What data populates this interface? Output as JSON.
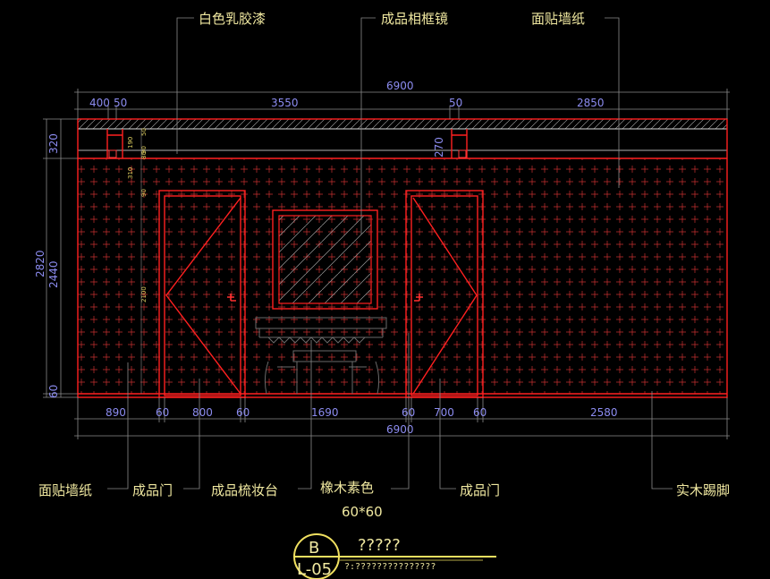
{
  "labels": {
    "top_paint": "白色乳胶漆",
    "top_mirror": "成品相框镜",
    "top_wallpaper": "面贴墙纸",
    "bottom_wallpaper": "面贴墙纸",
    "bottom_door_left": "成品门",
    "bottom_vanity": "成品梳妆台",
    "bottom_oak": "橡木素色",
    "bottom_oak_size": "60*60",
    "bottom_door_right": "成品门",
    "bottom_skirting": "实木踢脚"
  },
  "dims_top": {
    "total": "6900",
    "d400": "400",
    "d50a": "50",
    "d3550": "3550",
    "d50b": "50",
    "d2850": "2850"
  },
  "dims_bottom": {
    "d890": "890",
    "d60a": "60",
    "d800": "800",
    "d60b": "60",
    "d1690": "1690",
    "d60c": "60",
    "d700": "700",
    "d60d": "60",
    "d2580": "2580",
    "total": "6900"
  },
  "dims_side": {
    "d320": "320",
    "d2820": "2820",
    "d2440": "2440",
    "d60": "60",
    "d270": "270"
  },
  "dims_small": {
    "s50": "50",
    "s190": "190",
    "s80": "80",
    "s310": "310",
    "s90a": "90",
    "s2100": "2100",
    "s90b": "90"
  },
  "title_tag": {
    "letter": "B",
    "sheet": "L-05",
    "title": "?????",
    "subtitle": "?:???????????????"
  },
  "colors": {
    "background": "#000000",
    "outline": "#ff2020",
    "dimension": "#8c8cf0",
    "label": "#f0e8a0",
    "leader": "#8a8a8a"
  }
}
